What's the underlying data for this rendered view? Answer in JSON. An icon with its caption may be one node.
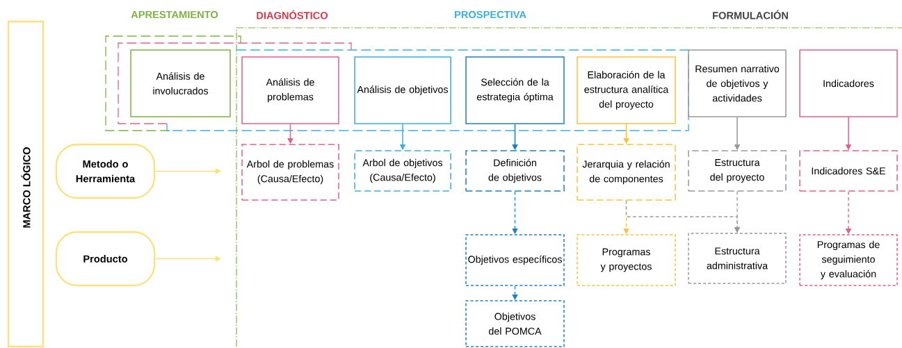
{
  "diagram": {
    "nodes": [
      {
        "text": [
          "MARCO LÓGICO"
        ]
      },
      {
        "text": [
          "Metodo o Herramienta"
        ]
      },
      {
        "text": [
          "Producto"
        ]
      },
      {
        "text": [
          "Análisis de involucrados"
        ]
      },
      {
        "text": [
          "Análisis de problemas"
        ]
      },
      {
        "text": [
          "Análisis de objetivos"
        ]
      },
      {
        "text": [
          "Selección de la estrategia óptima"
        ]
      },
      {
        "text": [
          "Elaboración de la estructura analítica del proyecto"
        ]
      },
      {
        "text": [
          "Resumen narrativo de objetivos y actividades"
        ]
      },
      {
        "text": [
          "Indicadores"
        ]
      },
      {
        "text": [
          "Arbol de problemas (Causa/Efecto)"
        ]
      },
      {
        "text": [
          "Arbol de objetivos (Causa/Efecto)"
        ]
      },
      {
        "text": [
          "Definición de objetivos"
        ]
      },
      {
        "text": [
          "Jerarquia y relación de componentes"
        ]
      },
      {
        "text": [
          "Estructura del proyecto"
        ]
      },
      {
        "text": [
          "Indicadores S&E"
        ]
      },
      {
        "text": [
          "Objetivos específicos"
        ]
      },
      {
        "text": [
          "Programas y proyectos"
        ]
      },
      {
        "text": [
          "Estructura administrativa"
        ]
      },
      {
        "text": [
          "Programas de seguimiento y evaluación"
        ]
      },
      {
        "text": [
          "Objetivos del POMCA"
        ]
      }
    ],
    "edges": [
      {
        "from": 1,
        "to": null,
        "arrow": "to",
        "color": "#ffe07a"
      },
      {
        "from": 2,
        "to": null,
        "arrow": "to",
        "color": "#ffe07a"
      },
      {
        "from": 4,
        "to": 10,
        "arrow": "to",
        "color": "#e0608a"
      },
      {
        "from": 5,
        "to": 11,
        "arrow": "to",
        "color": "#3aaee0"
      },
      {
        "from": 6,
        "to": 12,
        "arrow": "to",
        "color": "#1f7fc0"
      },
      {
        "from": 7,
        "to": 13,
        "arrow": "to",
        "color": "#f9c23c"
      },
      {
        "from": 8,
        "to": 14,
        "arrow": "to",
        "color": "#999999"
      },
      {
        "from": 9,
        "to": 15,
        "arrow": "to",
        "color": "#e0608a"
      },
      {
        "from": 12,
        "to": 16,
        "arrow": "to",
        "style": "dashed",
        "color": "#1f7fc0"
      },
      {
        "from": 16,
        "to": 20,
        "arrow": "to",
        "style": "dashed",
        "color": "#1f7fc0"
      },
      {
        "from": 13,
        "to": 17,
        "arrow": "to",
        "style": "dashed",
        "color": "#f9c23c"
      },
      {
        "from": 13,
        "to": 18,
        "arrow": "to",
        "style": "dashed",
        "color": "#999999"
      },
      {
        "from": 14,
        "to": 18,
        "arrow": "to",
        "style": "dashed",
        "color": "#999999"
      },
      {
        "from": 15,
        "to": 19,
        "arrow": "to",
        "style": "dashed",
        "color": "#e0608a"
      }
    ],
    "labels": [
      "APRESTAMIENTO",
      "DIAGNÓSTICO",
      "PROSPECTIVA",
      "FORMULACIÓN"
    ]
  }
}
